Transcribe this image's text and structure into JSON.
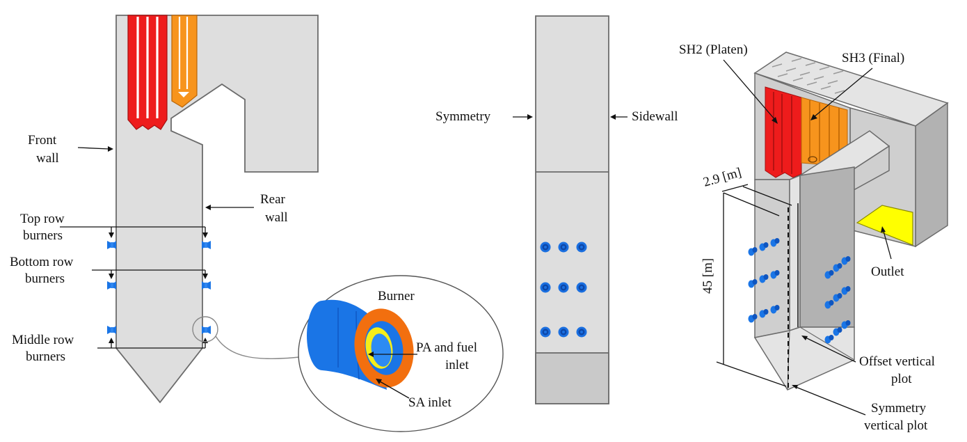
{
  "left_panel": {
    "front_wall": [
      "Front",
      "wall"
    ],
    "rear_wall": [
      "Rear",
      "wall"
    ],
    "top_row_burners": [
      "Top row",
      "burners"
    ],
    "bottom_row_burners": [
      "Bottom row",
      "burners"
    ],
    "middle_row_burners": [
      "Middle row",
      "burners"
    ],
    "burner_inset": {
      "title": "Burner",
      "pa_fuel_inlet": [
        "PA and fuel",
        "inlet"
      ],
      "sa_inlet": "SA inlet"
    }
  },
  "middle_panel": {
    "symmetry": "Symmetry",
    "sidewall": "Sidewall"
  },
  "right_panel": {
    "sh2": "SH2 (Platen)",
    "sh3": "SH3 (Final)",
    "width_dim": "2.9 [m]",
    "height_dim": "45 [m]",
    "outlet": "Outlet",
    "offset_plot": [
      "Offset vertical",
      "plot"
    ],
    "symmetry_plot": [
      "Symmetry",
      "vertical plot"
    ]
  },
  "colors": {
    "sh2_red": "#ee1c1c",
    "sh3_orange": "#f7941d",
    "burner_blue": "#1a75e6",
    "sa_ring_orange": "#f26f0f",
    "pa_inner_yellow": "#f5ee19",
    "outlet_yellow": "#ffff00",
    "boiler_grey": "#dedede"
  }
}
